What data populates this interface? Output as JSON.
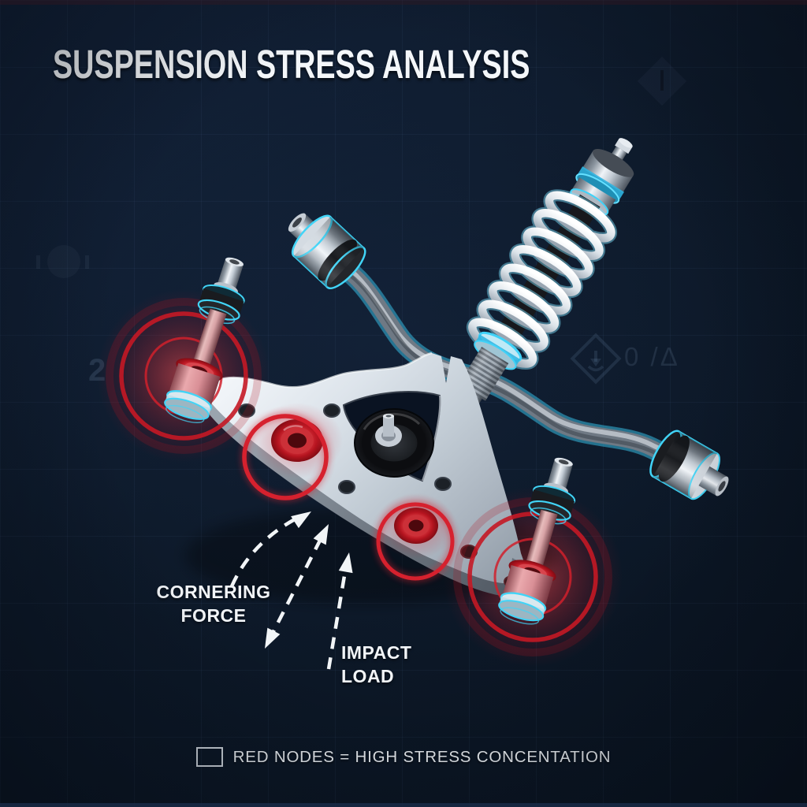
{
  "title": "SUSPENSION STRESS ANALYSIS",
  "annotations": {
    "cornering_force": {
      "line1": "CORNERING",
      "line2": "FORCE"
    },
    "impact_load": {
      "line1": "IMPACT",
      "line2": "LOAD"
    }
  },
  "legend": {
    "text": "RED NODES = HIGH STRESS CONCENTATION"
  },
  "watermarks": {
    "numeral": "2",
    "symbols": "0 /Δ"
  },
  "colors": {
    "background": "#0e1a2d",
    "grid_line": "rgba(130,170,230,0.06)",
    "stress_red": "#d6212e",
    "glow_red": "#e8434b",
    "rim_cyan": "#3fd2f8",
    "metal_light": "#eef2f6",
    "metal_dark": "#4e5660",
    "text": "#f2f5f8"
  }
}
